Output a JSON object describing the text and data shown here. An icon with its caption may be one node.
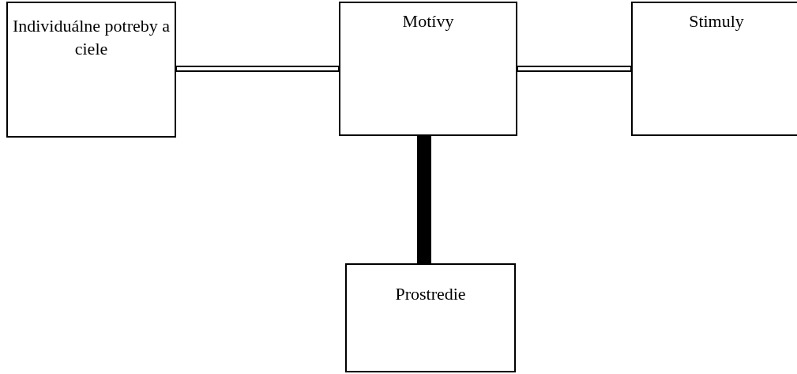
{
  "diagram": {
    "nodes": [
      {
        "text": [
          "Individuálne potreby a ciele"
        ]
      },
      {
        "text": [
          "Motívy"
        ]
      },
      {
        "text": [
          "Stimuly"
        ]
      },
      {
        "text": [
          "Prostredie"
        ]
      }
    ],
    "edges": [
      {
        "from": 0,
        "to": 1,
        "arrow": "none"
      },
      {
        "from": 1,
        "to": 2,
        "arrow": "none"
      },
      {
        "from": 1,
        "to": 3,
        "arrow": "none",
        "style": "thick"
      }
    ]
  }
}
